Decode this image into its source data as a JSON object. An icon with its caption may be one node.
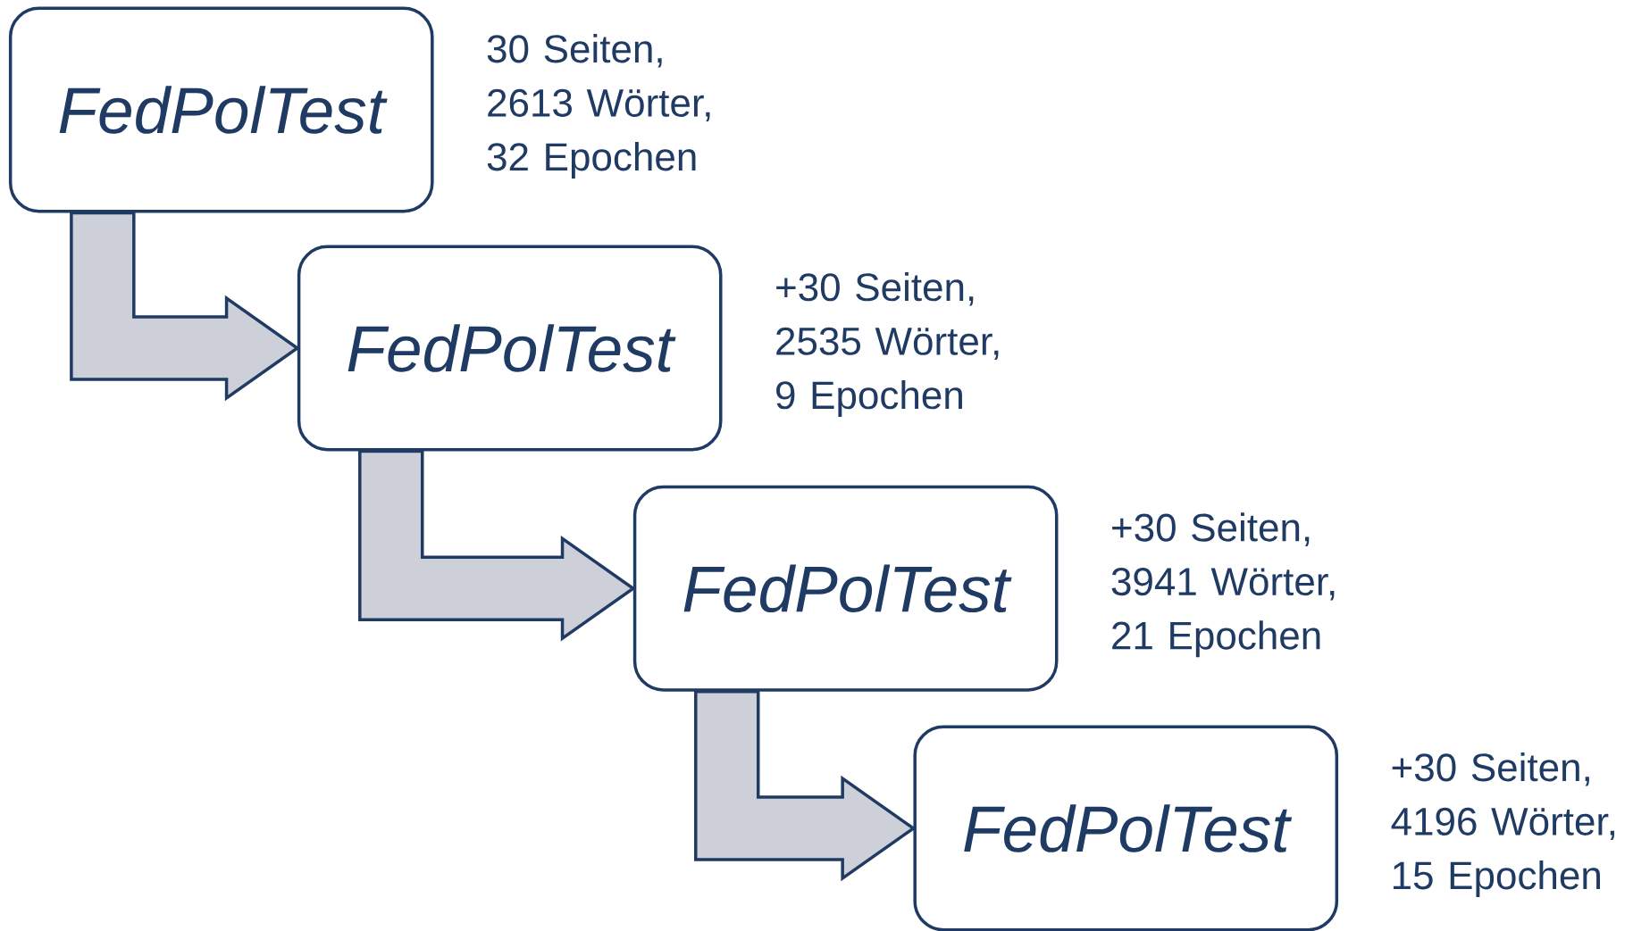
{
  "diagram": {
    "nodes": [
      {
        "text": [
          "FedPolTest"
        ],
        "beside": [
          "30 Seiten, 2613 Wörter, 32 Epochen"
        ]
      },
      {
        "text": [
          "FedPolTest"
        ],
        "beside": [
          "+30 Seiten, 2535 Wörter, 9 Epochen"
        ]
      },
      {
        "text": [
          "FedPolTest"
        ],
        "beside": [
          "+30 Seiten, 3941 Wörter, 21 Epochen"
        ]
      },
      {
        "text": [
          "FedPolTest"
        ],
        "beside": [
          "+30 Seiten, 4196 Wörter, 15 Epochen"
        ]
      }
    ],
    "edges": [
      {
        "from": 0,
        "to": 1,
        "arrow": "to"
      },
      {
        "from": 1,
        "to": 2,
        "arrow": "to"
      },
      {
        "from": 2,
        "to": 3,
        "arrow": "to"
      }
    ]
  }
}
